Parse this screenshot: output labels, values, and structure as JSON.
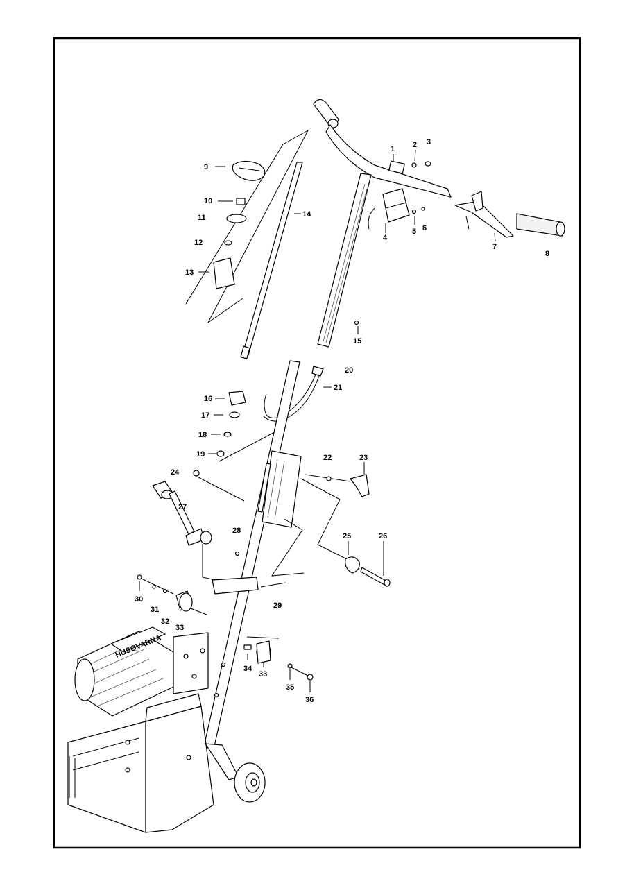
{
  "callouts": [
    {
      "id": "c1",
      "text": "1"
    },
    {
      "id": "c2",
      "text": "2"
    },
    {
      "id": "c3",
      "text": "3"
    },
    {
      "id": "c4",
      "text": "4"
    },
    {
      "id": "c5",
      "text": "5"
    },
    {
      "id": "c6",
      "text": "6"
    },
    {
      "id": "c7",
      "text": "7"
    },
    {
      "id": "c8",
      "text": "8"
    },
    {
      "id": "c9",
      "text": "9"
    },
    {
      "id": "c10",
      "text": "10"
    },
    {
      "id": "c11",
      "text": "11"
    },
    {
      "id": "c12",
      "text": "12"
    },
    {
      "id": "c13",
      "text": "13"
    },
    {
      "id": "c14",
      "text": "14"
    },
    {
      "id": "c15",
      "text": "15"
    },
    {
      "id": "c16",
      "text": "16"
    },
    {
      "id": "c17",
      "text": "17"
    },
    {
      "id": "c18",
      "text": "18"
    },
    {
      "id": "c19",
      "text": "19"
    },
    {
      "id": "c20",
      "text": "20"
    },
    {
      "id": "c21",
      "text": "21"
    },
    {
      "id": "c22",
      "text": "22"
    },
    {
      "id": "c23",
      "text": "23"
    },
    {
      "id": "c24",
      "text": "24"
    },
    {
      "id": "c25",
      "text": "25"
    },
    {
      "id": "c26",
      "text": "26"
    },
    {
      "id": "c27",
      "text": "27"
    },
    {
      "id": "c28",
      "text": "28"
    },
    {
      "id": "c29",
      "text": "29"
    },
    {
      "id": "c30",
      "text": "30"
    },
    {
      "id": "c31",
      "text": "31"
    },
    {
      "id": "c32",
      "text": "32"
    },
    {
      "id": "c33a",
      "text": "33"
    },
    {
      "id": "c33b",
      "text": "33"
    },
    {
      "id": "c34",
      "text": "34"
    },
    {
      "id": "c35",
      "text": "35"
    },
    {
      "id": "c36",
      "text": "36"
    }
  ],
  "motor_label": "HUSQVARNA"
}
